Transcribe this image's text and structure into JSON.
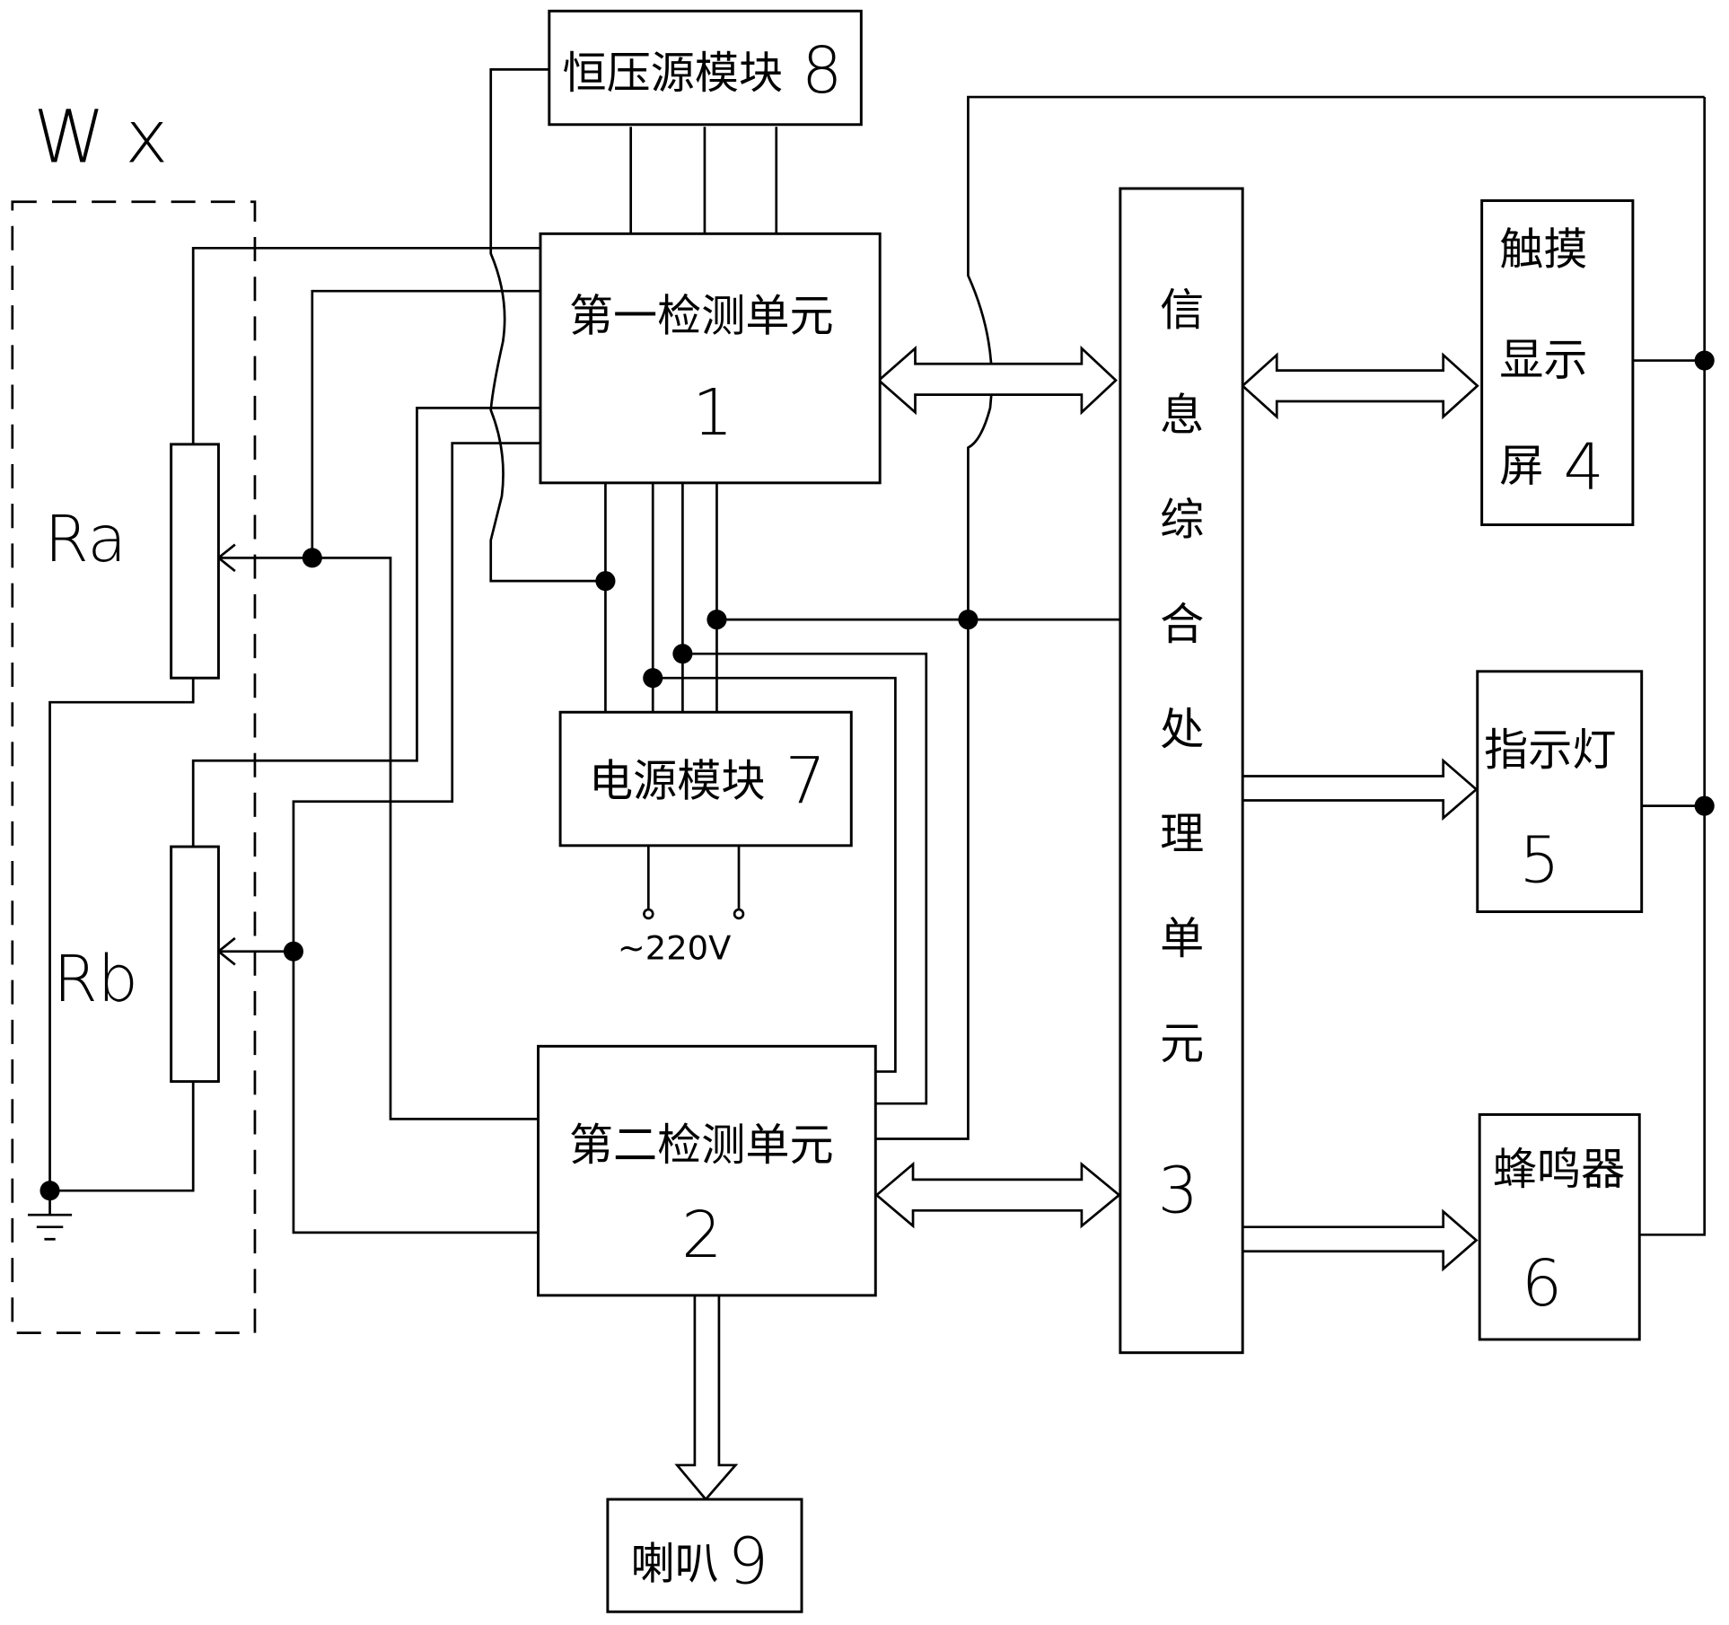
{
  "diagram": {
    "group_label": "Wx",
    "resistors": [
      {
        "label": "Ra"
      },
      {
        "label": "Rb"
      }
    ],
    "blocks": {
      "constant_voltage": {
        "label": "恒压源模块",
        "number": "8"
      },
      "detect1": {
        "label": "第一检测单元",
        "number": "1"
      },
      "detect2": {
        "label": "第二检测单元",
        "number": "2"
      },
      "power": {
        "label": "电源模块",
        "number": "7"
      },
      "processor": {
        "label_chars": [
          "信",
          "息",
          "综",
          "合",
          "处",
          "理",
          "单",
          "元"
        ],
        "number": "3"
      },
      "touch": {
        "line1": "触摸",
        "line2": "显示",
        "line3": "屏",
        "number": "4"
      },
      "indicator": {
        "label": "指示灯",
        "number": "5"
      },
      "buzzer": {
        "label": "蜂鸣器",
        "number": "6"
      },
      "speaker": {
        "label": "喇叭",
        "number": "9"
      }
    },
    "mains": "~220V"
  }
}
